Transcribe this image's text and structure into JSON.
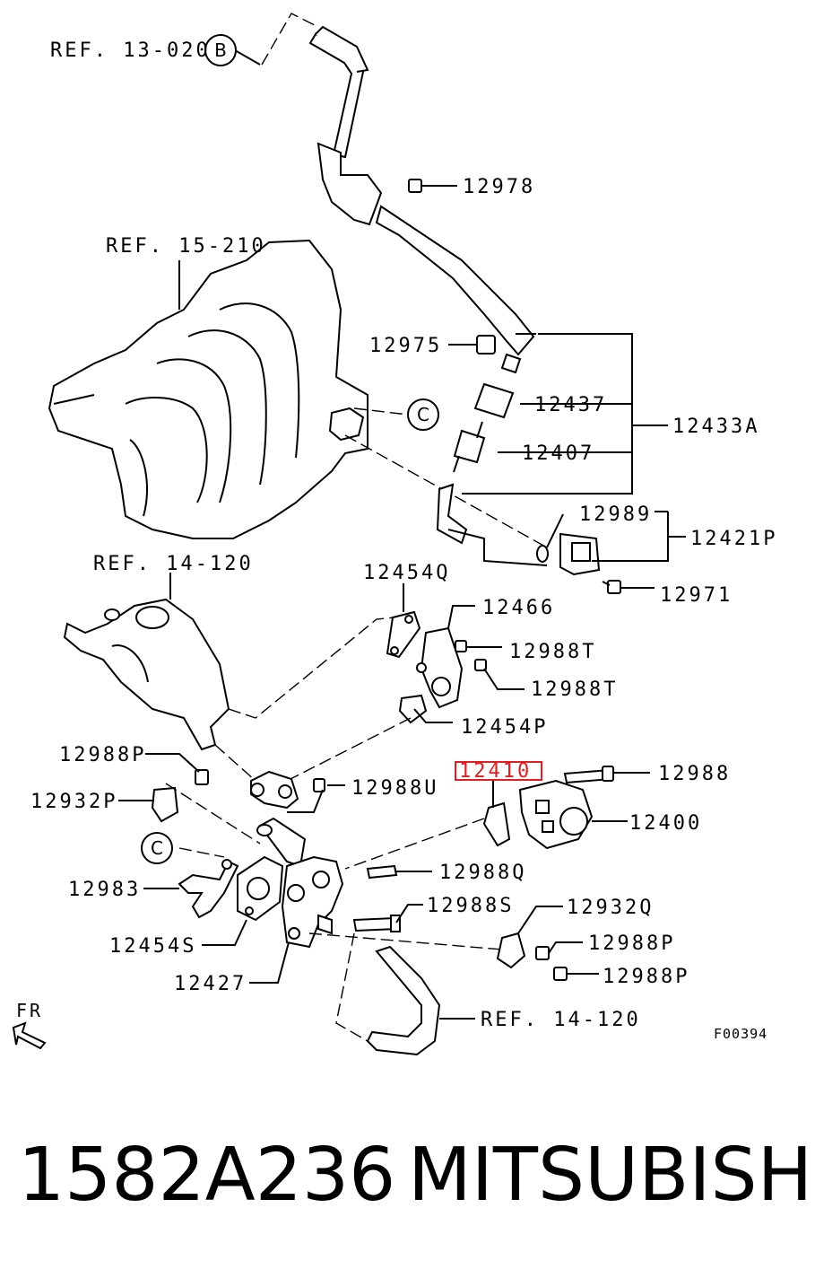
{
  "diagram": {
    "refs": {
      "ref1": "REF. 13-020",
      "ref2": "REF. 15-210",
      "ref3": "REF. 14-120",
      "ref4": "REF. 14-120"
    },
    "circles": {
      "b": "B",
      "c1": "C",
      "c2": "C"
    },
    "parts": {
      "p12978": "12978",
      "p12975": "12975",
      "p12437": "12437",
      "p12433A": "12433A",
      "p12407": "12407",
      "p12989": "12989",
      "p12421P": "12421P",
      "p12971": "12971",
      "p12454Q": "12454Q",
      "p12466": "12466",
      "p12988T_1": "12988T",
      "p12988T_2": "12988T",
      "p12454P": "12454P",
      "p12988P_1": "12988P",
      "p12932P": "12932P",
      "p12988U": "12988U",
      "p12410": "12410",
      "p12988": "12988",
      "p12400": "12400",
      "p12983": "12983",
      "p12988Q": "12988Q",
      "p12454S": "12454S",
      "p12988S": "12988S",
      "p12932Q": "12932Q",
      "p12988P_2": "12988P",
      "p12988P_3": "12988P",
      "p12427": "12427"
    },
    "direction": "FR",
    "figure_code": "F00394",
    "highlight_color": "#e02020"
  },
  "footer": {
    "part_number": "1582A236",
    "brand": "MITSUBISHI"
  }
}
